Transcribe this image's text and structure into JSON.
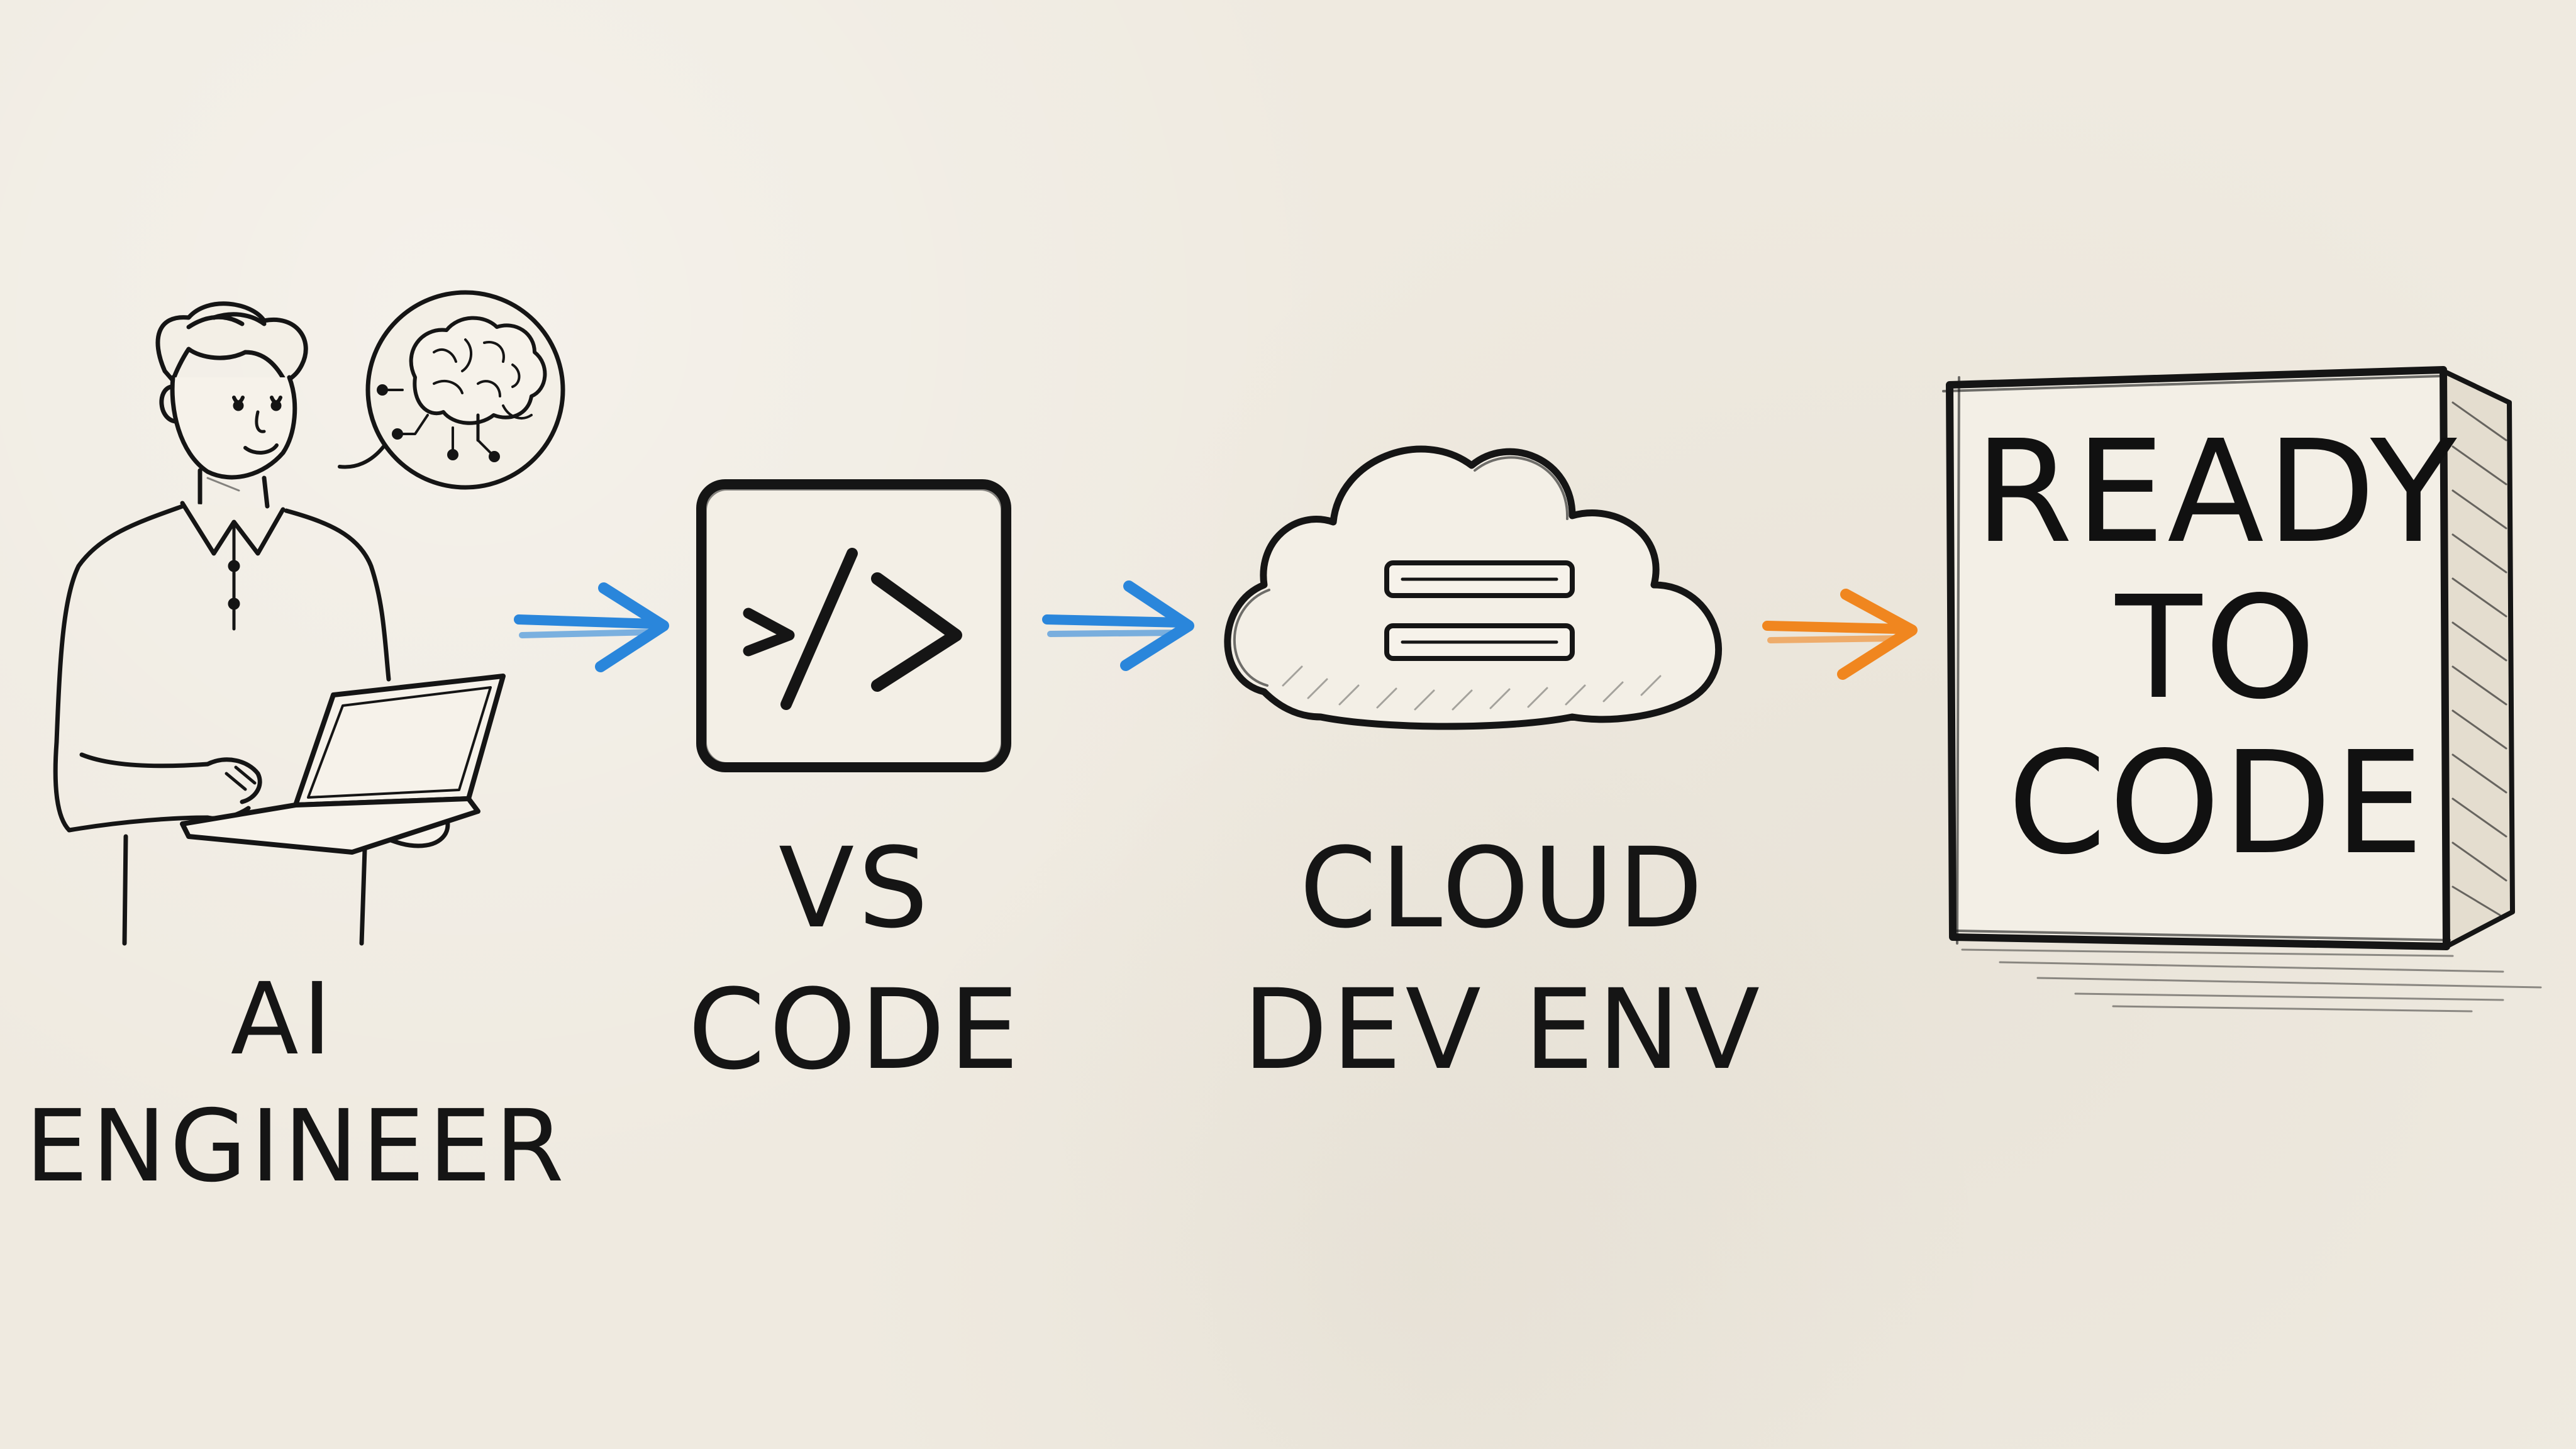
{
  "diagram": {
    "steps": [
      {
        "id": "ai-engineer",
        "label_lines": [
          "AI",
          "ENGINEER"
        ],
        "icon": "person-with-laptop-and-brain-thought-bubble"
      },
      {
        "id": "vs-code",
        "label_lines": [
          "VS",
          "CODE"
        ],
        "icon": "code-brackets-icon"
      },
      {
        "id": "cloud-dev-env",
        "label_lines": [
          "CLOUD",
          "DEV ENV"
        ],
        "icon": "cloud-with-server-bars-icon"
      },
      {
        "id": "ready-to-code",
        "label_lines": [
          "READY",
          "TO",
          "CODE"
        ],
        "icon": "3d-box"
      }
    ],
    "arrows": [
      {
        "from": "ai-engineer",
        "to": "vs-code",
        "color": "#2a86db"
      },
      {
        "from": "vs-code",
        "to": "cloud-dev-env",
        "color": "#2a86db"
      },
      {
        "from": "cloud-dev-env",
        "to": "ready-to-code",
        "color": "#f0861f"
      }
    ],
    "colors": {
      "background": "#efeae0",
      "ink": "#151515",
      "arrow_blue": "#2a86db",
      "arrow_orange": "#f0861f"
    }
  }
}
